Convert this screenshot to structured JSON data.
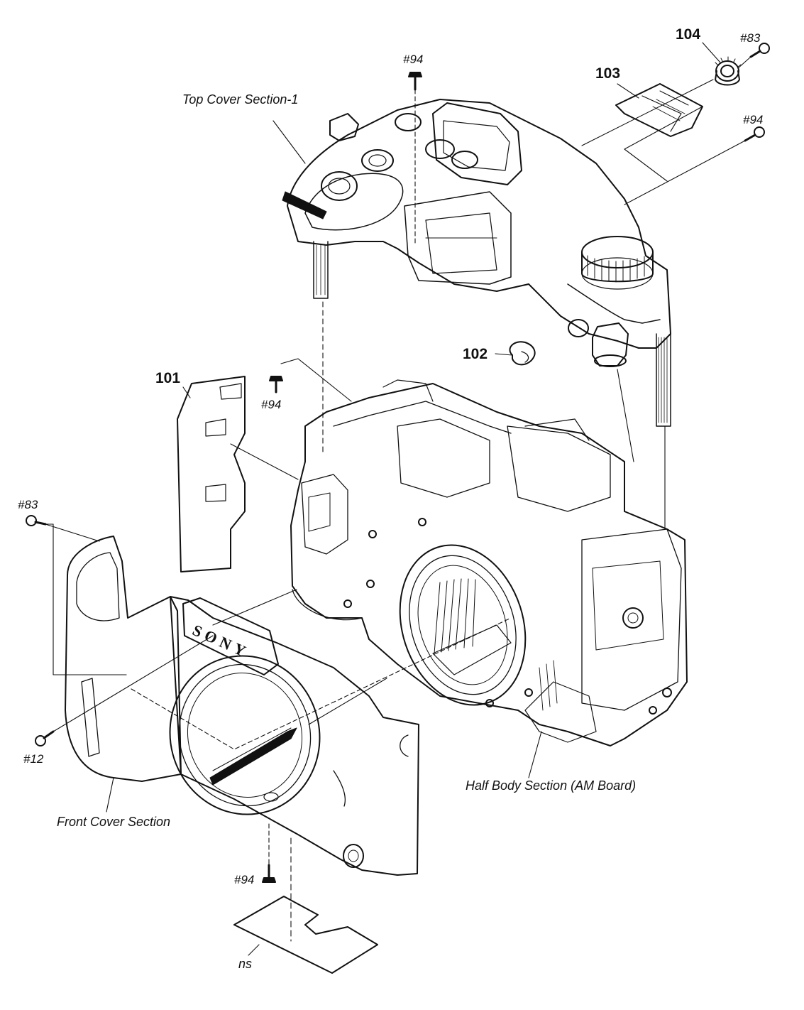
{
  "labels": {
    "top_cover": "Top Cover Section-1",
    "front_cover": "Front Cover Section",
    "half_body": "Half Body Section (AM Board)",
    "ns": "ns"
  },
  "part_numbers": {
    "p101": "101",
    "p102": "102",
    "p103": "103",
    "p104": "104"
  },
  "screws": {
    "s94_top": "#94",
    "s94_right": "#94",
    "s94_mid": "#94",
    "s94_bottom": "#94",
    "s83_top": "#83",
    "s83_left": "#83",
    "s12": "#12"
  },
  "brand_text": "SONY",
  "colors": {
    "ink": "#111111",
    "background": "#ffffff"
  }
}
